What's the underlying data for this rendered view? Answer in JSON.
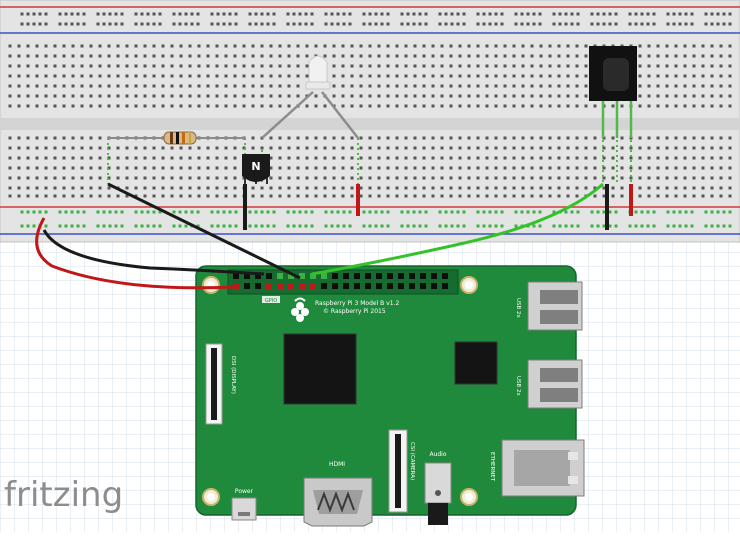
{
  "board": {
    "model_line1": "Raspberry Pi 3 Model B v1.2",
    "model_line2": "© Raspberry Pi 2015",
    "gpio_label": "GPIO",
    "dsi_label": "DSI (DISPLAY)",
    "csi_label": "CSI (CAMERA)",
    "hdmi_label": "HDMI",
    "audio_label": "Audio",
    "power_label": "Power",
    "ethernet_label": "ETHERNET",
    "usb1_label": "USB 2x",
    "usb2_label": "USB 2x"
  },
  "transistor_label": "N",
  "watermark": "fritzing",
  "colors": {
    "breadboard": "#e4e4e4",
    "rail_red": "#d23a3a",
    "rail_blue": "#3b52c8",
    "pcb_green": "#1f8a3c",
    "wire_black": "#1a1a1a",
    "wire_red": "#c01818",
    "wire_green": "#35c12a",
    "wire_gray": "#8c8c8c",
    "grid_line": "#c9d6e6"
  }
}
